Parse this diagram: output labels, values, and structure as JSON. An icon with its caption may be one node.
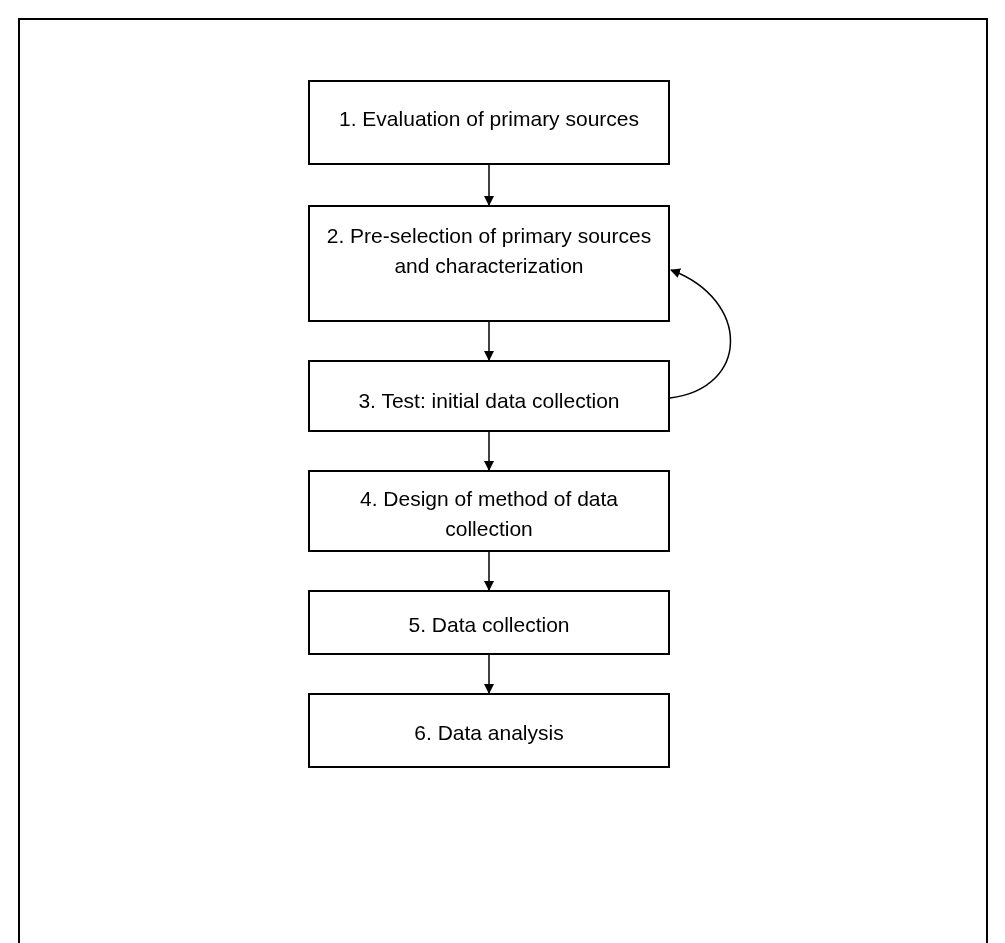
{
  "diagram": {
    "nodes": [
      {
        "text": [
          "1. Evaluation of primary sources"
        ]
      },
      {
        "text": [
          "2. Pre-selection of primary sources and characterization"
        ]
      },
      {
        "text": [
          "3. Test: initial data collection"
        ]
      },
      {
        "text": [
          "4. Design of method of data collection"
        ]
      },
      {
        "text": [
          "5. Data collection"
        ]
      },
      {
        "text": [
          "6. Data analysis"
        ]
      }
    ],
    "edges": [
      {
        "from": 0,
        "to": 1,
        "arrow": "to"
      },
      {
        "from": 1,
        "to": 2,
        "arrow": "to"
      },
      {
        "from": 2,
        "to": 3,
        "arrow": "to"
      },
      {
        "from": 3,
        "to": 4,
        "arrow": "to"
      },
      {
        "from": 4,
        "to": 5,
        "arrow": "to"
      },
      {
        "from": 2,
        "to": 1,
        "arrow": "to"
      }
    ]
  }
}
